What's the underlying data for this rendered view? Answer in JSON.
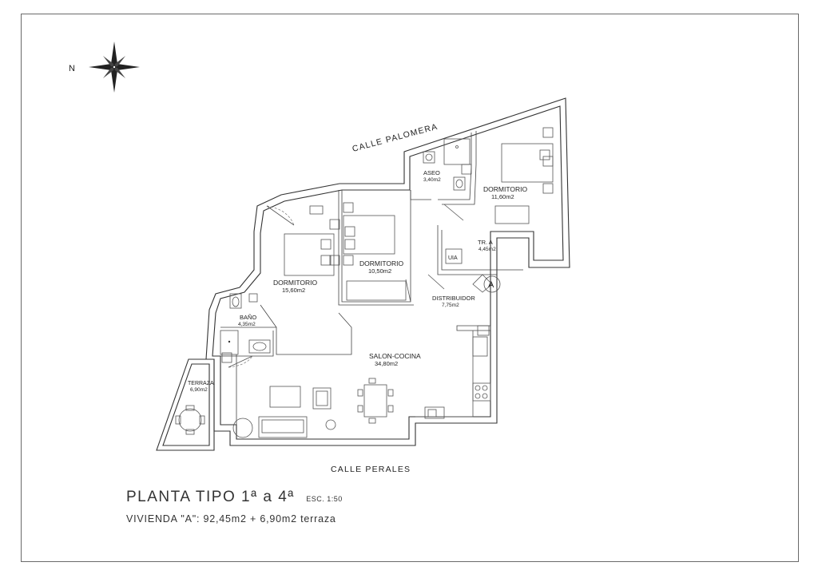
{
  "compass": {
    "north_label": "N"
  },
  "streets": {
    "top": "CALLE PALOMERA",
    "bottom": "CALLE PERALES"
  },
  "rooms": [
    {
      "id": "aseo",
      "name": "ASEO",
      "area": "3,40m2"
    },
    {
      "id": "dormitorio-1",
      "name": "DORMITORIO",
      "area": "11,60m2"
    },
    {
      "id": "tr-a",
      "name": "TR. A",
      "area": "4,45m2"
    },
    {
      "id": "dormitorio-2",
      "name": "DORMITORIO",
      "area": "10,50m2"
    },
    {
      "id": "dormitorio-3",
      "name": "DORMITORIO",
      "area": "15,60m2"
    },
    {
      "id": "distribuidor",
      "name": "DISTRIBUIDOR",
      "area": "7,75m2"
    },
    {
      "id": "bano",
      "name": "BAÑO",
      "area": "4,35m2"
    },
    {
      "id": "salon-cocina",
      "name": "SALON-COCINA",
      "area": "34,80m2"
    },
    {
      "id": "terraza",
      "name": "TERRAZA",
      "area": "6,90m2"
    }
  ],
  "markers": {
    "unit_letter": "A",
    "uia_label": "UIA"
  },
  "title": {
    "main": "PLANTA TIPO 1ª a 4ª",
    "scale": "ESC. 1:50",
    "subtitle": "VIVIENDA \"A\": 92,45m2 + 6,90m2 terraza"
  }
}
